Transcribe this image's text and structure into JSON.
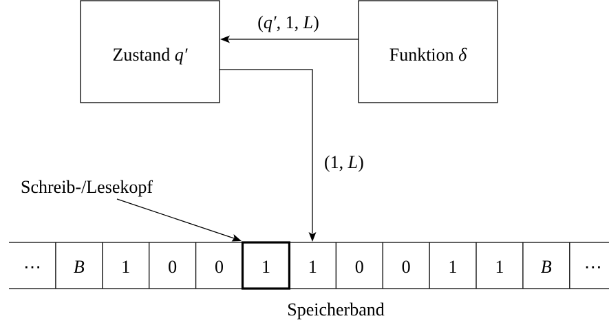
{
  "state_box": {
    "label": "Zustand ",
    "symbol": "q′"
  },
  "function_box": {
    "label": "Funktion ",
    "symbol": "δ"
  },
  "transition_label": {
    "open": "(",
    "state": "q′",
    "sep1": ", 1, ",
    "dir": "L",
    "close": ")"
  },
  "write_label": {
    "open": "(1, ",
    "dir": "L",
    "close": ")"
  },
  "head_label": "Schreib-/Lesekopf",
  "tape_label": "Speicherband",
  "tape_cells": [
    {
      "text": "⋯",
      "italic": false
    },
    {
      "text": "B",
      "italic": true
    },
    {
      "text": "1",
      "italic": false
    },
    {
      "text": "0",
      "italic": false
    },
    {
      "text": "0",
      "italic": false
    },
    {
      "text": "1",
      "italic": false,
      "head": true
    },
    {
      "text": "1",
      "italic": false
    },
    {
      "text": "0",
      "italic": false
    },
    {
      "text": "0",
      "italic": false
    },
    {
      "text": "1",
      "italic": false
    },
    {
      "text": "1",
      "italic": false
    },
    {
      "text": "B",
      "italic": true
    },
    {
      "text": "⋯",
      "italic": false
    }
  ]
}
